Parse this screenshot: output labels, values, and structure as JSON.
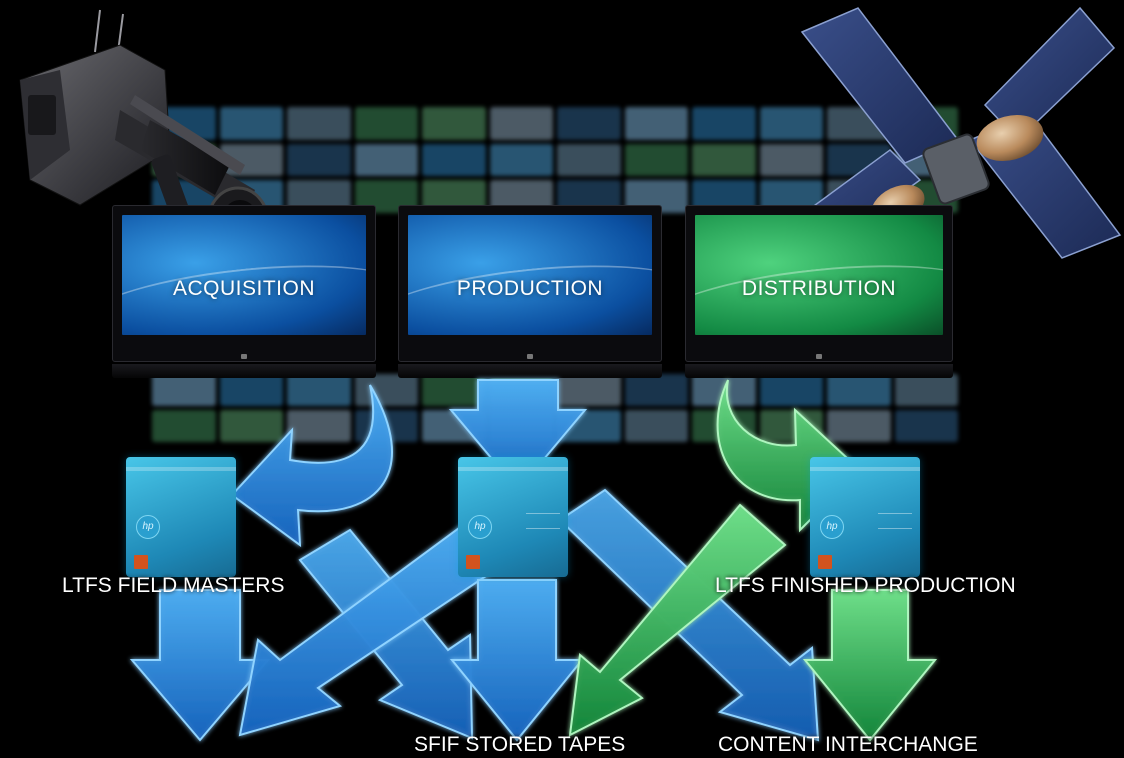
{
  "stages": [
    {
      "label": "ACQUISITION",
      "theme": "blue"
    },
    {
      "label": "PRODUCTION",
      "theme": "blue"
    },
    {
      "label": "DISTRIBUTION",
      "theme": "green"
    }
  ],
  "storage_labels": {
    "field_masters": "LTFS FIELD MASTERS",
    "finished_production": "LTFS FINISHED PRODUCTION",
    "sfif_stored_tapes": "SFIF STORED TAPES",
    "content_interchange": "CONTENT INTERCHANGE"
  },
  "cartridge_brand": "hp",
  "colors": {
    "background": "#000000",
    "blue_arrow": "#2b8ee0",
    "blue_arrow_light": "#6cc4ff",
    "green_arrow": "#2bb04a",
    "green_arrow_light": "#8ff0a0",
    "tape_cartridge": "#2aa4d6",
    "label_text": "#ffffff"
  },
  "icons": [
    "broadcast-camera-icon",
    "satellite-icon",
    "lto-tape-cartridge-icon",
    "flat-screen-tv-icon",
    "flow-arrow-icon"
  ]
}
